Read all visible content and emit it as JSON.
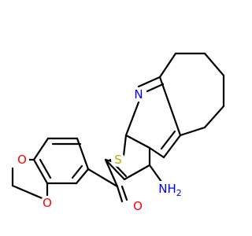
{
  "molecule": {
    "atoms": [
      {
        "id": "N1",
        "text": "N",
        "color": "#0000ff"
      },
      {
        "id": "S1",
        "text": "S",
        "color": "#b2b200"
      },
      {
        "id": "NH2",
        "text": "NH",
        "sub": "2",
        "color": "#0000ff"
      },
      {
        "id": "O1",
        "text": "O",
        "color": "#ff0000"
      },
      {
        "id": "O2",
        "text": "O",
        "color": "#ff0000"
      },
      {
        "id": "O3",
        "text": "O",
        "color": "#ff0000"
      }
    ]
  }
}
